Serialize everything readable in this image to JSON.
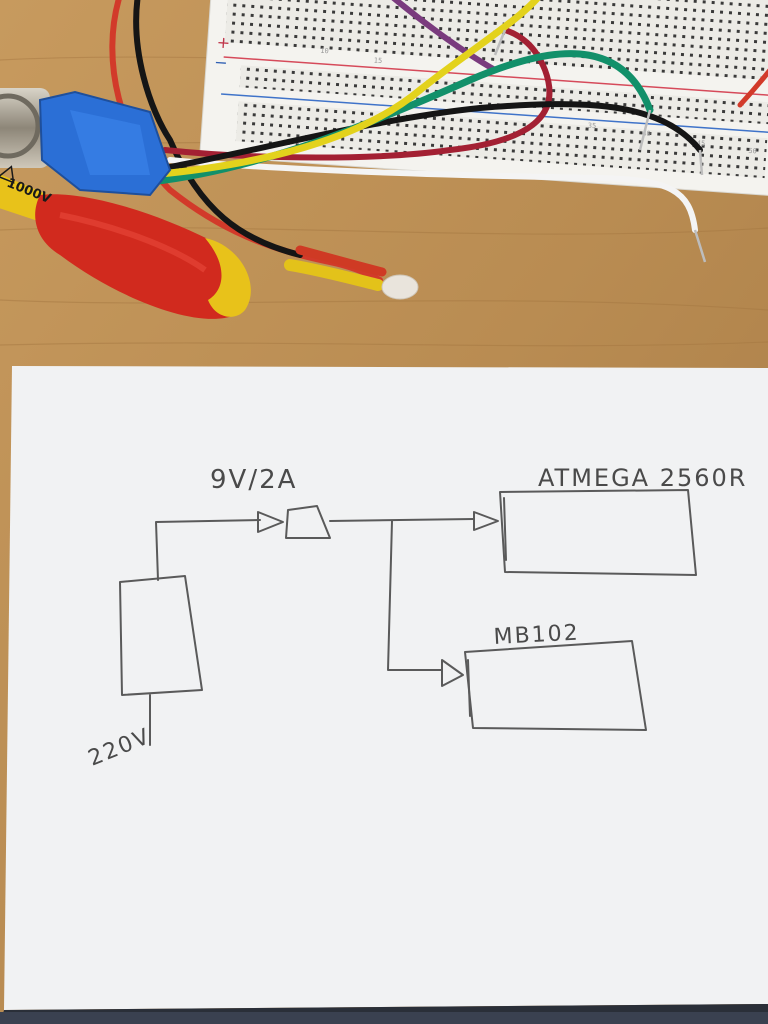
{
  "photo": {
    "desk_color": "#b88e55",
    "paper_color": "#f1f2f3",
    "pencil_color": "#5a5a5a"
  },
  "breadboard": {
    "row_numbers": [
      "10",
      "15",
      "35",
      "40",
      "45",
      "50"
    ],
    "rail_plus": "+",
    "rail_minus": "−"
  },
  "screwdriver": {
    "rating": "1000V",
    "handle_color": "#d12a1e",
    "accent_color": "#e8c21a"
  },
  "connector": {
    "color": "#2b6fd6"
  },
  "wires": {
    "colors": [
      "#d23a2a",
      "#151515",
      "#e3d21c",
      "#12906a",
      "#a32033",
      "#f4f4f4",
      "#7a3b7e"
    ]
  },
  "schematic": {
    "supply_label": "9V/2A",
    "mains_label": "220V",
    "mcu_label": "ATMEGA 2560R",
    "module_label": "MB102"
  }
}
